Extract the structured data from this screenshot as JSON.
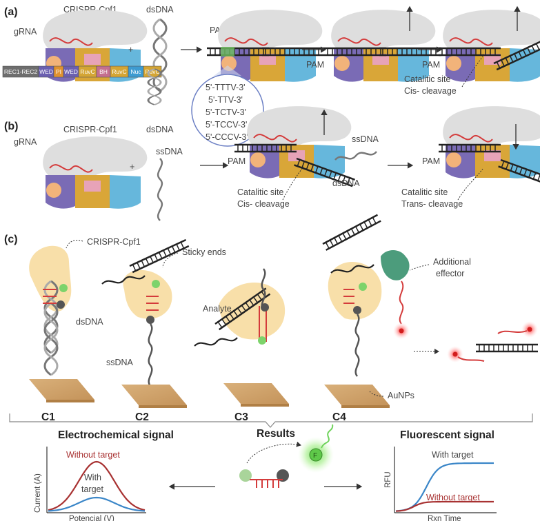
{
  "panels": {
    "a": {
      "label": "(a)",
      "protein_label": "CRISPR-Cpf1",
      "dsdna_label": "dsDNA",
      "grna_label": "gRNA",
      "pam_label": "PAM",
      "plus": "+",
      "domains": [
        {
          "name": "REC1-REC2",
          "color": "#6e6e6e"
        },
        {
          "name": "WED",
          "color": "#6b5fb0"
        },
        {
          "name": "PI",
          "color": "#e0922f"
        },
        {
          "name": "WED",
          "color": "#6b5fb0"
        },
        {
          "name": "RuvC",
          "color": "#d4a534"
        },
        {
          "name": "BH",
          "color": "#c46f8f"
        },
        {
          "name": "RuvC",
          "color": "#d4a534"
        },
        {
          "name": "Nuc",
          "color": "#3d9bd1"
        },
        {
          "name": "RuvC",
          "color": "#d4a534"
        }
      ],
      "pam_sequences": [
        "5'-TTTV-3'",
        "5'-TTV-3'",
        "5'-TCTV-3'",
        "5'-TCCV-3'",
        "5'-CCCV-3'"
      ],
      "catalytic_label_1": "Catalitic site",
      "catalytic_label_2": "Cis- cleavage"
    },
    "b": {
      "label": "(b)",
      "protein_label": "CRISPR-Cpf1",
      "dsdna_label": "dsDNA",
      "ssdna_label": "ssDNA",
      "grna_label": "gRNA",
      "pam_label": "PAM",
      "plus": "+",
      "cis_label_1": "Catalitic site",
      "cis_label_2": "Cis- cleavage",
      "trans_label_1": "Catalitic site",
      "trans_label_2": "Trans- cleavage",
      "ssdna_released": "ssDNA",
      "dsdna_bound": "dsDNA"
    },
    "c": {
      "label": "(c)",
      "crispr_label": "CRISPR-Cpf1",
      "dsdna_label": "dsDNA",
      "ssdna_label": "ssDNA",
      "sticky_label": "Sticky ends",
      "analyte_label": "Analyte",
      "effector_label_1": "Additional",
      "effector_label_2": "effector",
      "aunps_label": "AuNPs",
      "configs": [
        "C1",
        "C2",
        "C3",
        "C4"
      ]
    }
  },
  "results": {
    "title": "Results",
    "fluorophore": "F",
    "electrochemical": {
      "title": "Electrochemical signal",
      "curve_without": "Without target",
      "curve_with_1": "With",
      "curve_with_2": "target",
      "xlabel": "Potencial (V)",
      "ylabel": "Current (A)"
    },
    "fluorescent": {
      "title": "Fluorescent signal",
      "curve_with": "With  target",
      "curve_without": "Without target",
      "xlabel": "Rxn Time",
      "ylabel": "RFU"
    }
  },
  "colors": {
    "red_curve": "#a83232",
    "blue_curve": "#3a86c8",
    "protein_grey": "#dcdcdc",
    "rec_purple": "#7a6bb5",
    "ruvc_yellow": "#d9a638",
    "nuc_blue": "#66b7dc",
    "bh_pink": "#e7a3b8",
    "pi_orange": "#f2b37a",
    "aunp_gold": "#d8ad73",
    "cpf1_halo": "#f7d99a"
  }
}
